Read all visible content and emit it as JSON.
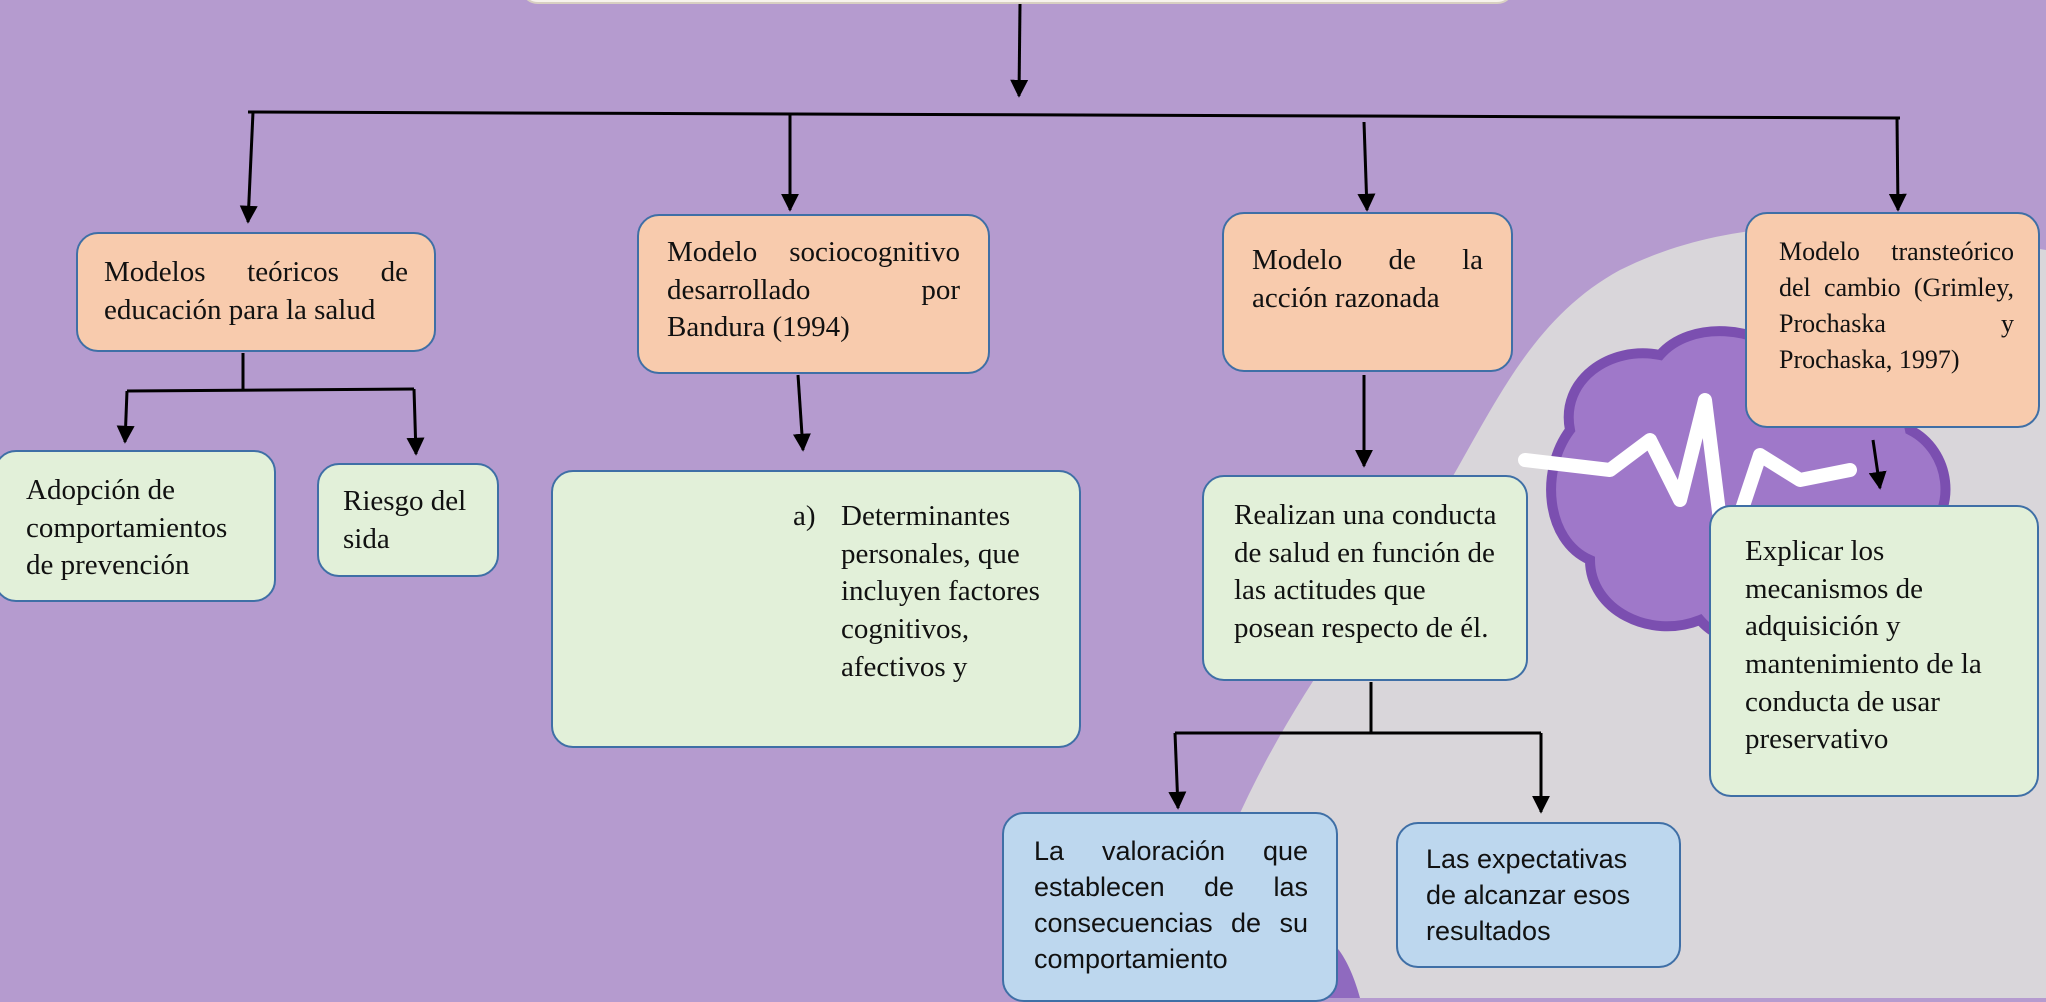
{
  "diagram": {
    "top_node": {
      "text": ""
    },
    "branches": [
      {
        "parent": "Modelos teóricos de educación para la salud",
        "children": [
          "Adopción de comportamientos de prevención",
          "Riesgo del sida"
        ]
      },
      {
        "parent": "Modelo sociocognitivo desarrollado por Bandura (1994)",
        "child": {
          "marker": "a)",
          "text": "Determinantes personales, que incluyen factores cognitivos, afectivos y"
        }
      },
      {
        "parent": "Modelo de la acción razonada",
        "child": "Realizan una conducta de salud en función de las actitudes que posean respecto de él.",
        "grandchildren": [
          "La valoración que establecen de las consecuencias de su comportamiento",
          "Las expectativas de alcanzar esos resultados"
        ]
      },
      {
        "parent": "Modelo transteórico del cambio (Grimley, Prochaska y Prochaska, 1997)",
        "child": "Explicar los mecanismos de adquisición y mantenimiento de la conducta de usar preservativo"
      }
    ]
  },
  "colors": {
    "background": "#b59bcf",
    "parent_fill": "#f8cbad",
    "child_fill": "#e2f0d9",
    "grandchild_fill": "#bdd7ee",
    "border": "#3f6fa6",
    "connector": "#000000"
  }
}
